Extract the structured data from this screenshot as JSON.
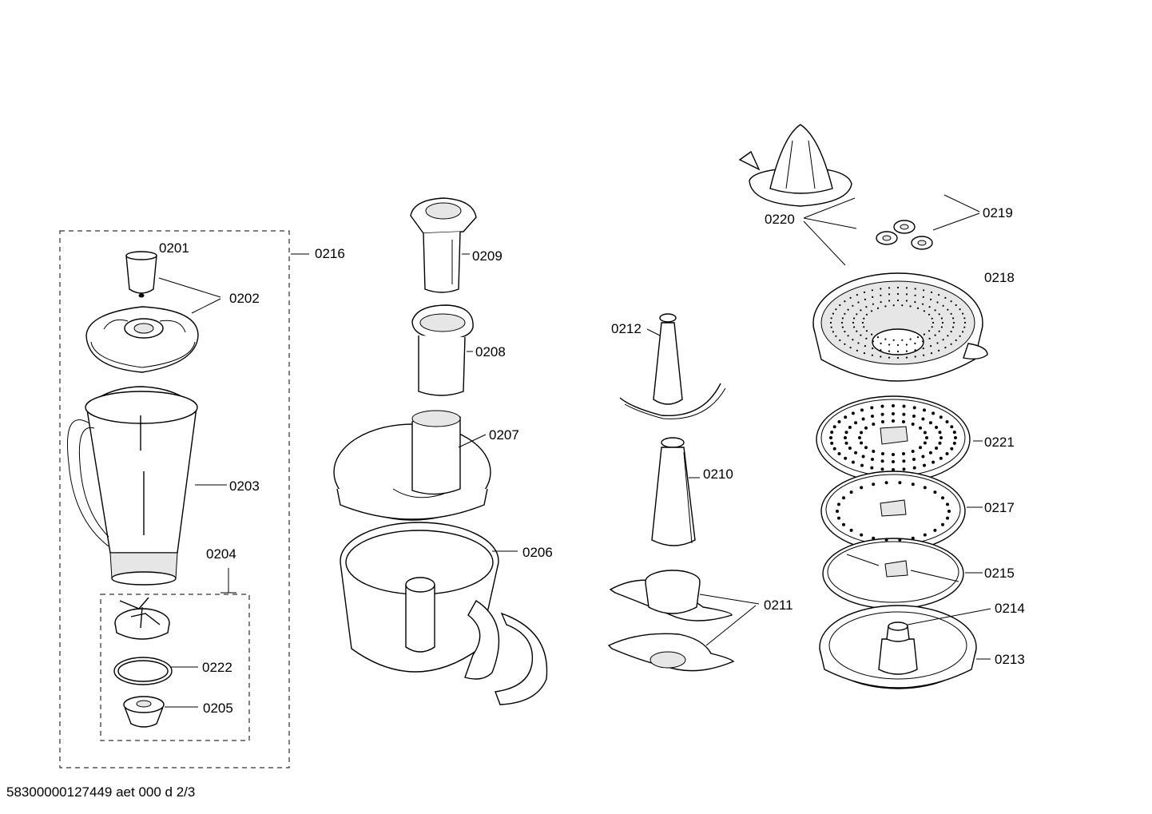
{
  "document": {
    "footer": "58300000127449 aet 000 d 2/3"
  },
  "labels": {
    "p0201": "0201",
    "p0202": "0202",
    "p0203": "0203",
    "p0204": "0204",
    "p0205": "0205",
    "p0206": "0206",
    "p0207": "0207",
    "p0208": "0208",
    "p0209": "0209",
    "p0210": "0210",
    "p0211": "0211",
    "p0212": "0212",
    "p0213": "0213",
    "p0214": "0214",
    "p0215": "0215",
    "p0216": "0216",
    "p0217": "0217",
    "p0218": "0218",
    "p0219": "0219",
    "p0220": "0220",
    "p0221": "0221",
    "p0222": "0222"
  }
}
